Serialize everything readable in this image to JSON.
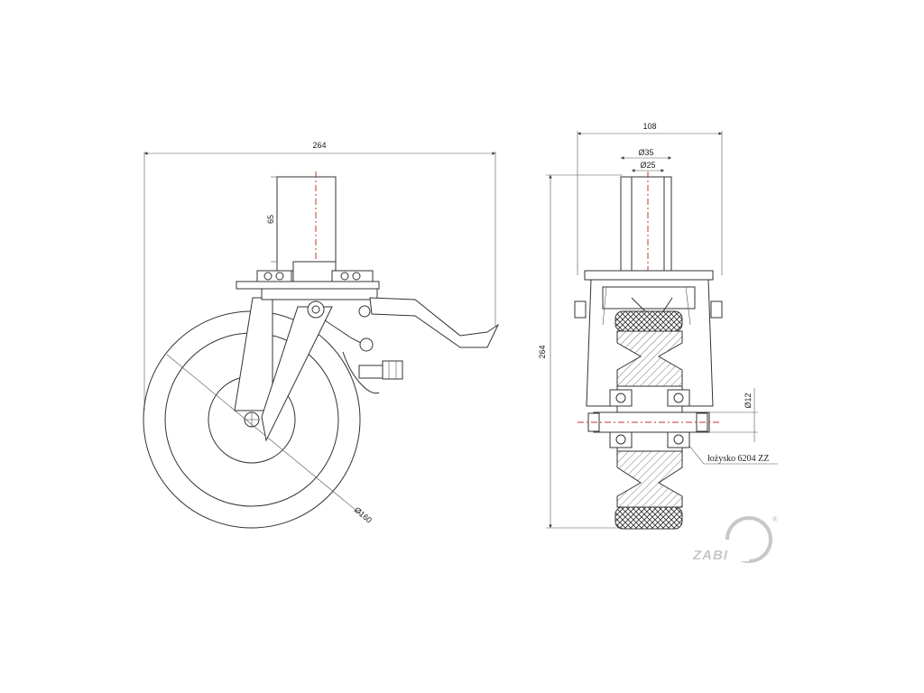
{
  "side_view": {
    "overall_width": "264",
    "stem_height": "65",
    "wheel_diameter": "Ø160"
  },
  "front_view": {
    "top_width": "108",
    "stem_outer": "Ø35",
    "stem_inner": "Ø25",
    "overall_height": "264",
    "axle_diameter": "Ø12",
    "bearing_note": "łożysko 6204 ZZ"
  },
  "logo": {
    "text": "ZABI",
    "mark": "®"
  }
}
